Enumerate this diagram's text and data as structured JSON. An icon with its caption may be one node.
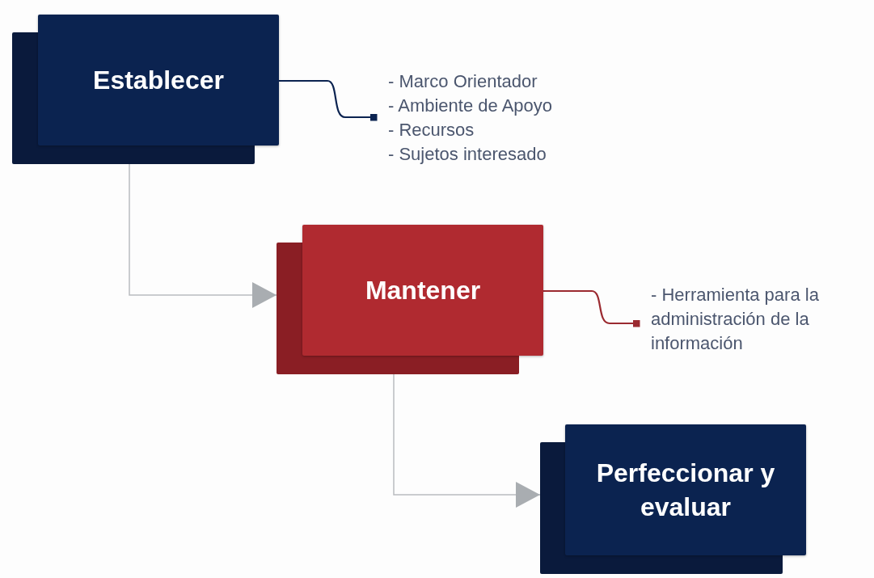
{
  "diagram": {
    "nodes": [
      {
        "text": [
          "Establecer"
        ]
      },
      {
        "text": [
          "- Marco Orientador",
          "- Ambiente de Apoyo",
          "- Recursos",
          "- Sujetos interesado"
        ]
      },
      {
        "text": [
          "Mantener"
        ]
      },
      {
        "text": [
          "- Herramienta para la administración de la información"
        ]
      },
      {
        "text": [
          "Perfeccionar y evaluar"
        ]
      }
    ],
    "edges": [
      {
        "from": 0,
        "to": 2,
        "arrow": "to"
      },
      {
        "from": 0,
        "to": 1,
        "arrow": "other",
        "color": "#0b2350"
      },
      {
        "from": 2,
        "to": 4,
        "arrow": "to"
      },
      {
        "from": 2,
        "to": 3,
        "arrow": "other",
        "color": "#9b2a30"
      }
    ]
  }
}
